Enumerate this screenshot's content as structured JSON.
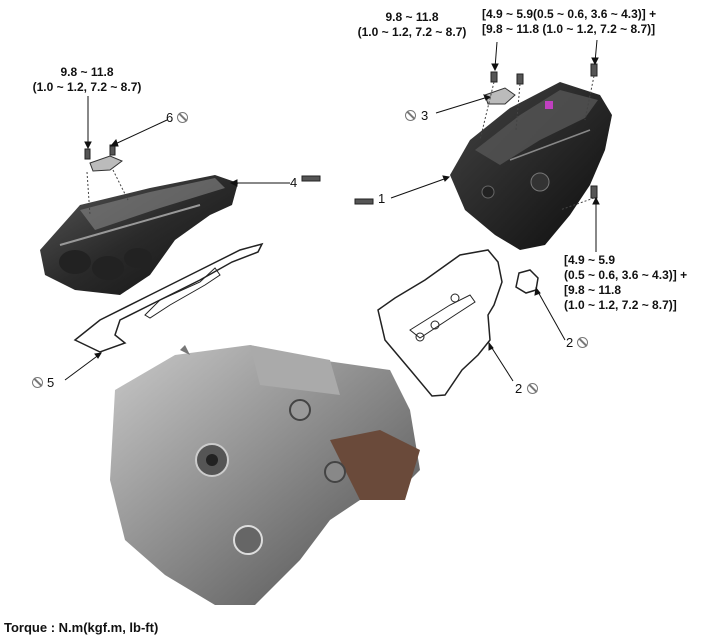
{
  "torque_labels": {
    "top_center_line1": "9.8 ~ 11.8",
    "top_center_line2": "(1.0 ~ 1.2, 7.2 ~ 8.7)",
    "top_right_line1": "[4.9 ~ 5.9(0.5 ~ 0.6, 3.6 ~ 4.3)] +",
    "top_right_line2": "[9.8 ~ 11.8 (1.0 ~ 1.2, 7.2 ~ 8.7)]",
    "left_line1": "9.8 ~ 11.8",
    "left_line2": "(1.0 ~ 1.2, 7.2 ~ 8.7)",
    "right_line1": "[4.9 ~ 5.9",
    "right_line2": "(0.5 ~ 0.6, 3.6 ~ 4.3)] +",
    "right_line3": "[9.8 ~ 11.8",
    "right_line4": "(1.0 ~ 1.2, 7.2 ~ 8.7)]"
  },
  "callouts": {
    "c1": "1",
    "c2a": "2",
    "c2b": "2",
    "c3": "3",
    "c4": "4",
    "c5": "5",
    "c6": "6"
  },
  "footer": "Torque : N.m(kgf.m, lb-ft)",
  "icons": {
    "do_not_reuse": "do-not-reuse-icon"
  }
}
